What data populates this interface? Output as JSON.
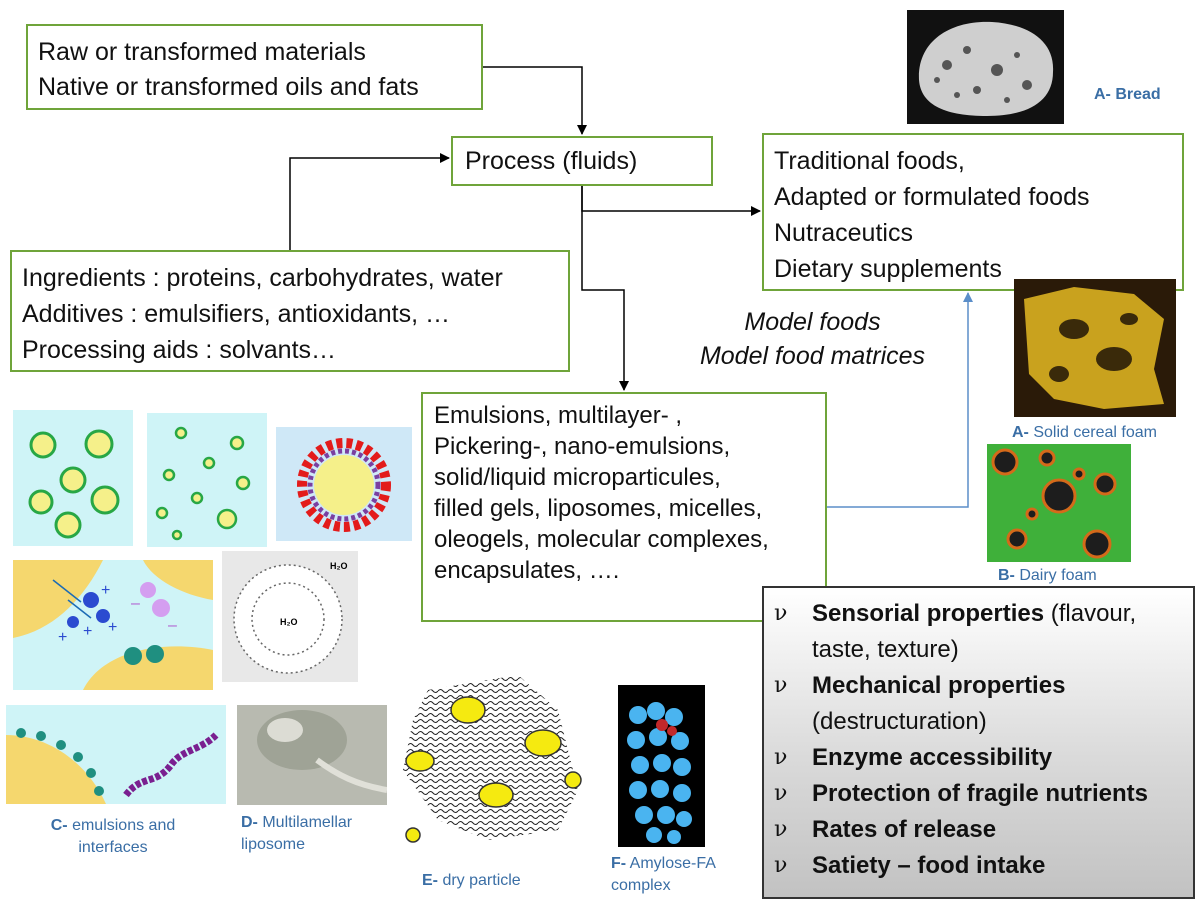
{
  "boxes": {
    "raw": [
      "Raw or transformed materials",
      "Native or transformed oils and fats"
    ],
    "process": "Process (fluids)",
    "foods": [
      "Traditional foods,",
      "Adapted or formulated foods",
      "Nutraceutics",
      "Dietary supplements"
    ],
    "ingredients": [
      "Ingredients : proteins, carbohydrates, water",
      "Additives : emulsifiers, antioxidants, …",
      "Processing aids : solvants…"
    ],
    "systems": [
      "Emulsions, multilayer- ,",
      "Pickering-, nano-emulsions,",
      "solid/liquid microparticules,",
      "filled gels,  liposomes, micelles,",
      "oleogels, molecular complexes,",
      "encapsulates, …."
    ]
  },
  "model_text": [
    "Model foods",
    "Model food matrices"
  ],
  "properties": [
    {
      "bullet": "ν",
      "bold": "Sensorial properties",
      "rest": " (flavour,",
      "cont": "taste, texture)"
    },
    {
      "bullet": "ν",
      "bold": "Mechanical properties",
      "rest": "",
      "cont": "(destructuration)"
    },
    {
      "bullet": "ν",
      "bold": "Enzyme accessibility",
      "rest": "",
      "cont": ""
    },
    {
      "bullet": "ν",
      "bold": "Protection of fragile nutrients",
      "rest": "",
      "cont": ""
    },
    {
      "bullet": "ν",
      "bold": "Rates of release",
      "rest": "",
      "cont": ""
    },
    {
      "bullet": "ν",
      "bold": "Satiety  – food intake",
      "rest": "",
      "cont": ""
    }
  ],
  "captions": {
    "bread": {
      "letter": "A-",
      "text": " Bread"
    },
    "cereal": {
      "letter": "A-",
      "text": " Solid cereal foam"
    },
    "dairy": {
      "letter": "B-",
      "text": " Dairy foam"
    },
    "emulsions": {
      "letter": "C-",
      "text": " emulsions and",
      "line2": "interfaces"
    },
    "liposome": {
      "letter": "D-",
      "text": " Multilamellar",
      "line2": "liposome"
    },
    "dry": {
      "letter": "E-",
      "text": " dry particle"
    },
    "amylose": {
      "letter": "F-",
      "text": " Amylose-FA",
      "line2": "complex"
    }
  },
  "water_labels": [
    "H₂O",
    "H₂O"
  ],
  "colors": {
    "box_border": "#6fa43a",
    "caption": "#3a6ea5",
    "arrow": "#000000",
    "blue_arrow": "#5b8ec9"
  }
}
